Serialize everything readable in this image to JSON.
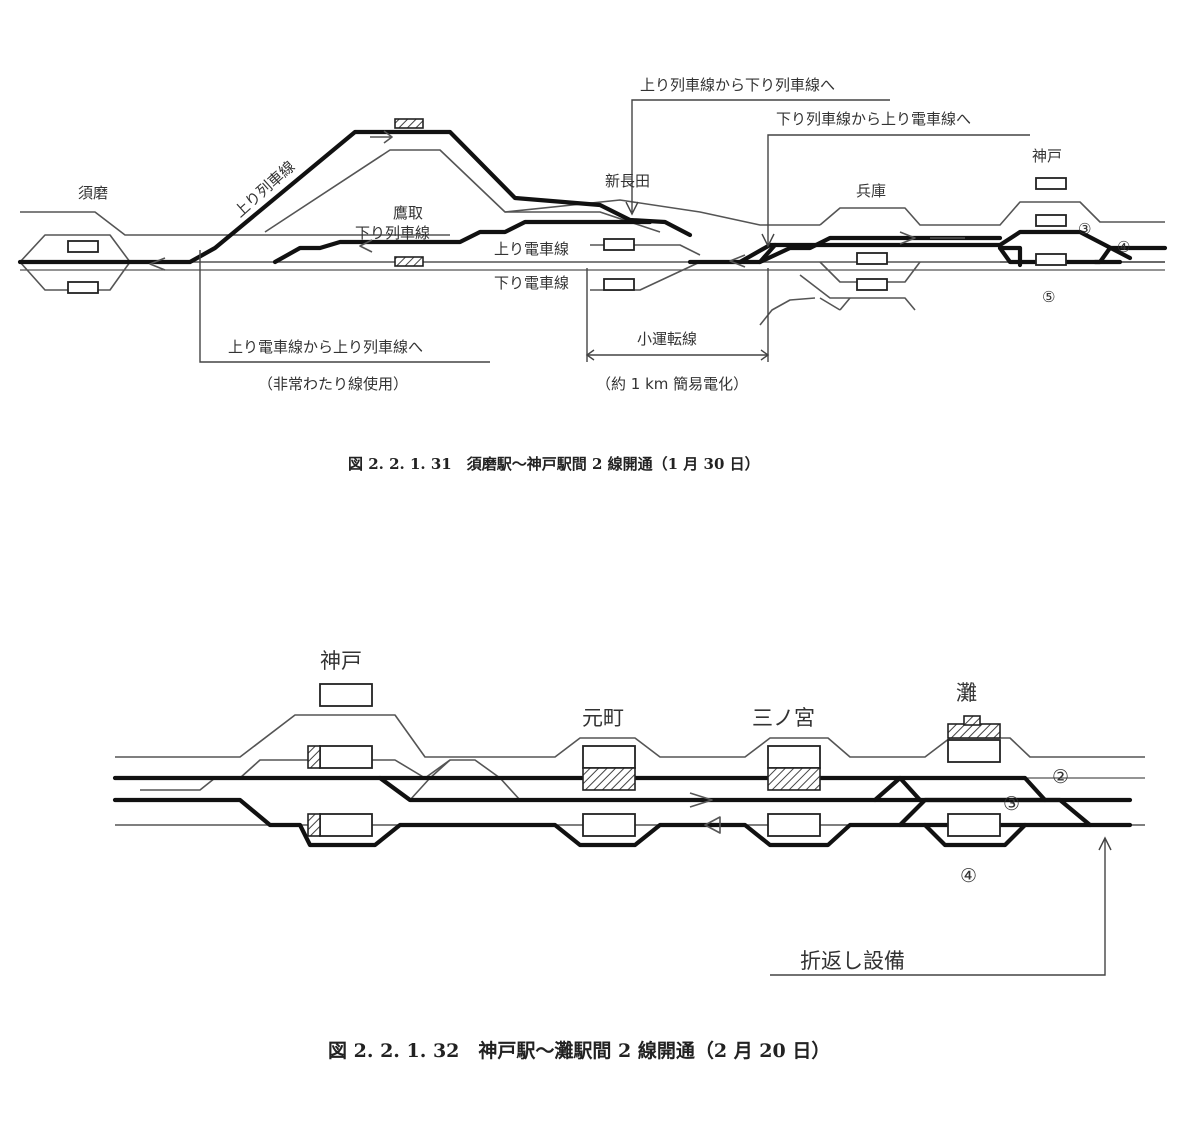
{
  "figure1": {
    "caption": "図 2. 2. 1. 31　須磨駅～神戸駅間 2 線開通（1 月 30 日）",
    "stations": {
      "suma": "須磨",
      "takatori": "鷹取",
      "shin_nagata": "新長田",
      "hyogo": "兵庫",
      "kobe": "神戸"
    },
    "track_labels": {
      "nobori_ressha": "上り列車線",
      "kudari_ressha": "下り列車線",
      "nobori_densha": "上り電車線",
      "kudari_densha": "下り電車線"
    },
    "annotations": {
      "up_passenger_to_down_train": "上り列車線から下り列車線へ",
      "down_train_to_up_passenger": "下り列車線から上り電車線へ",
      "up_passenger_to_up_train": "上り電車線から上り列車線へ",
      "emergency_crossover": "（非常わたり線使用）",
      "small_operation_line": "小運転線",
      "simple_electrification": "（約 1 km 簡易電化）"
    },
    "track_numbers": [
      "③",
      "④",
      "⑤"
    ]
  },
  "figure2": {
    "caption": "図 2. 2. 1. 32　神戸駅～灘駅間 2 線開通（2 月 20 日）",
    "stations": {
      "kobe": "神戸",
      "motomachi": "元町",
      "sannomiya": "三ノ宮",
      "nada": "灘"
    },
    "annotations": {
      "turnback_facility": "折返し設備"
    },
    "track_numbers": [
      "②",
      "③",
      "④"
    ]
  }
}
